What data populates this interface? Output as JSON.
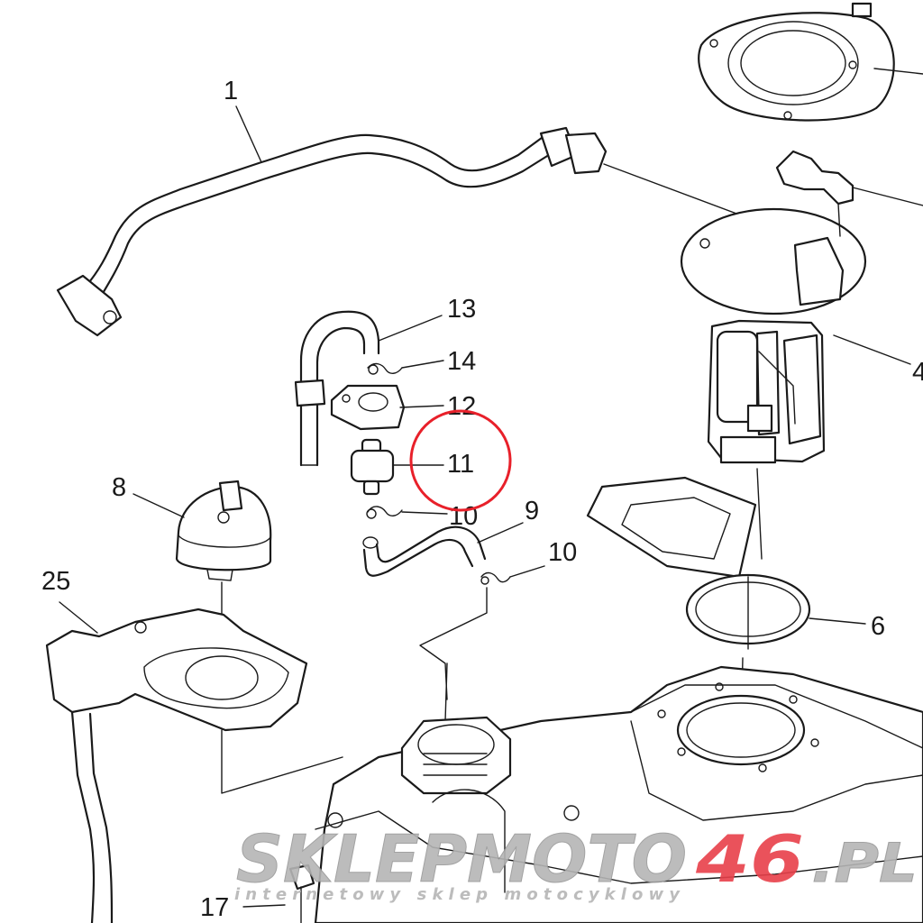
{
  "diagram": {
    "callouts": [
      {
        "id": "c1",
        "label": "1"
      },
      {
        "id": "c13",
        "label": "13"
      },
      {
        "id": "c14",
        "label": "14"
      },
      {
        "id": "c12",
        "label": "12"
      },
      {
        "id": "c11",
        "label": "11"
      },
      {
        "id": "c10a",
        "label": "10"
      },
      {
        "id": "c9",
        "label": "9"
      },
      {
        "id": "c10b",
        "label": "10"
      },
      {
        "id": "c8",
        "label": "8"
      },
      {
        "id": "c25",
        "label": "25"
      },
      {
        "id": "c6",
        "label": "6"
      },
      {
        "id": "c4",
        "label": "4"
      },
      {
        "id": "c17",
        "label": "17"
      }
    ],
    "highlight_color": "#e8202a"
  },
  "watermark": {
    "brand_gray": "SKLEPMOTO",
    "brand_red": "46",
    "brand_suffix": ".PL",
    "tagline": "internetowy sklep motocyklowy",
    "red_color": "#e8404a",
    "gray_color": "#b5b5b5"
  }
}
